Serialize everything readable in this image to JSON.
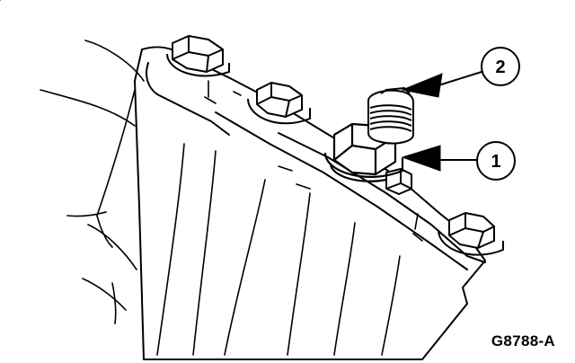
{
  "figure_id": "G8788-A",
  "callouts": [
    {
      "label": "1"
    },
    {
      "label": "2"
    }
  ],
  "colors": {
    "line": "#000000",
    "background": "#ffffff"
  }
}
